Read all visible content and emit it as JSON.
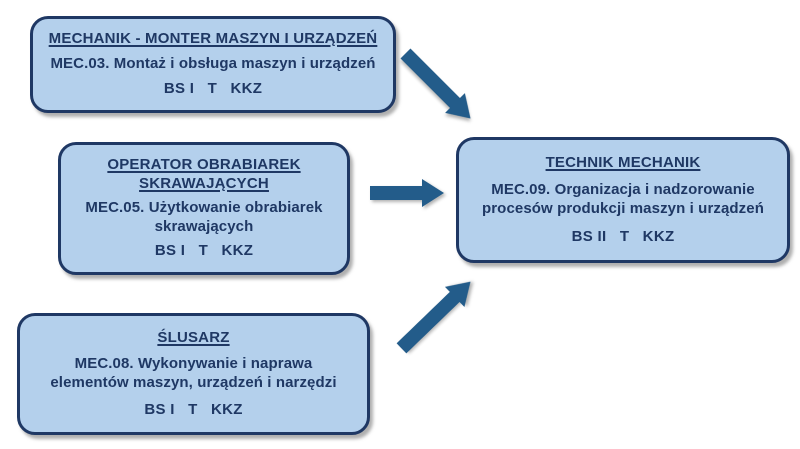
{
  "colors": {
    "background": "#ffffff",
    "box_fill": "#b4d0ec",
    "box_border": "#1f3864",
    "text": "#1f3864",
    "arrow": "#235c8a"
  },
  "nodes": [
    {
      "id": "mechanik-monter",
      "title": "MECHANIK - MONTER MASZYN I URZĄDZEŃ",
      "body": "MEC.03. Montaż i obsługa maszyn i urządzeń",
      "levels": "BS I   T   KKZ"
    },
    {
      "id": "operator-obrabiarek",
      "title": "OPERATOR OBRABIAREK\nSKRAWAJĄCYCH",
      "body": "MEC.05. Użytkowanie obrabiarek\nskrawających",
      "levels": "BS I   T   KKZ"
    },
    {
      "id": "slusarz",
      "title": "ŚLUSARZ",
      "body": "MEC.08. Wykonywanie i naprawa\nelementów maszyn, urządzeń i narzędzi",
      "levels": "BS I   T   KKZ"
    },
    {
      "id": "technik-mechanik",
      "title": "TECHNIK MECHANIK",
      "body": "MEC.09. Organizacja i nadzorowanie\nprocesów produkcji maszyn i urządzeń",
      "levels": "BS II   T   KKZ"
    }
  ]
}
